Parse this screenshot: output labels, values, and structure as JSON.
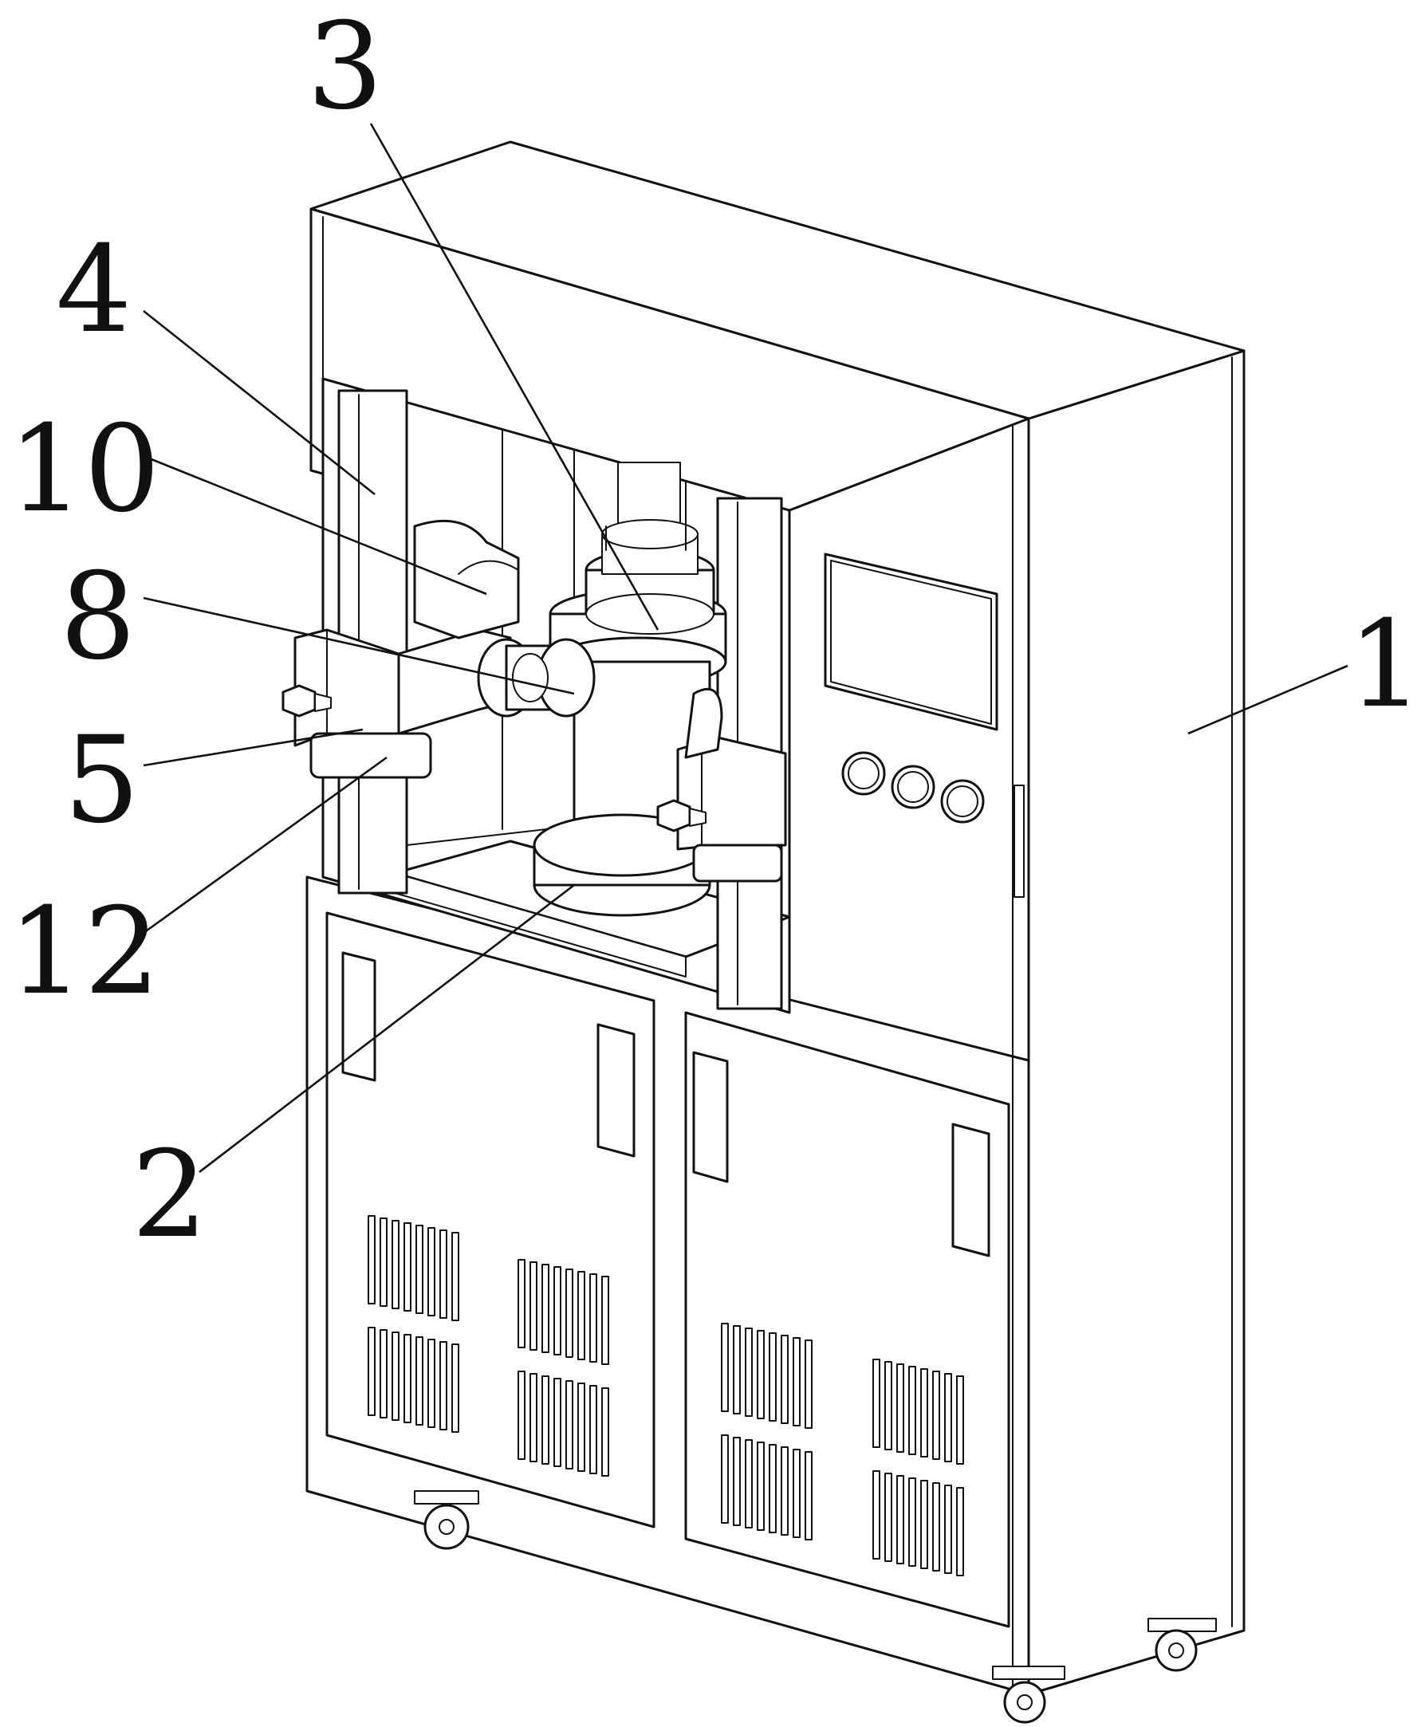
{
  "figure": {
    "labels": [
      {
        "id": "1",
        "text": "1"
      },
      {
        "id": "2",
        "text": "2"
      },
      {
        "id": "3",
        "text": "3"
      },
      {
        "id": "4",
        "text": "4"
      },
      {
        "id": "5",
        "text": "5"
      },
      {
        "id": "8",
        "text": "8"
      },
      {
        "id": "10",
        "text": "10"
      },
      {
        "id": "12",
        "text": "12"
      }
    ]
  }
}
